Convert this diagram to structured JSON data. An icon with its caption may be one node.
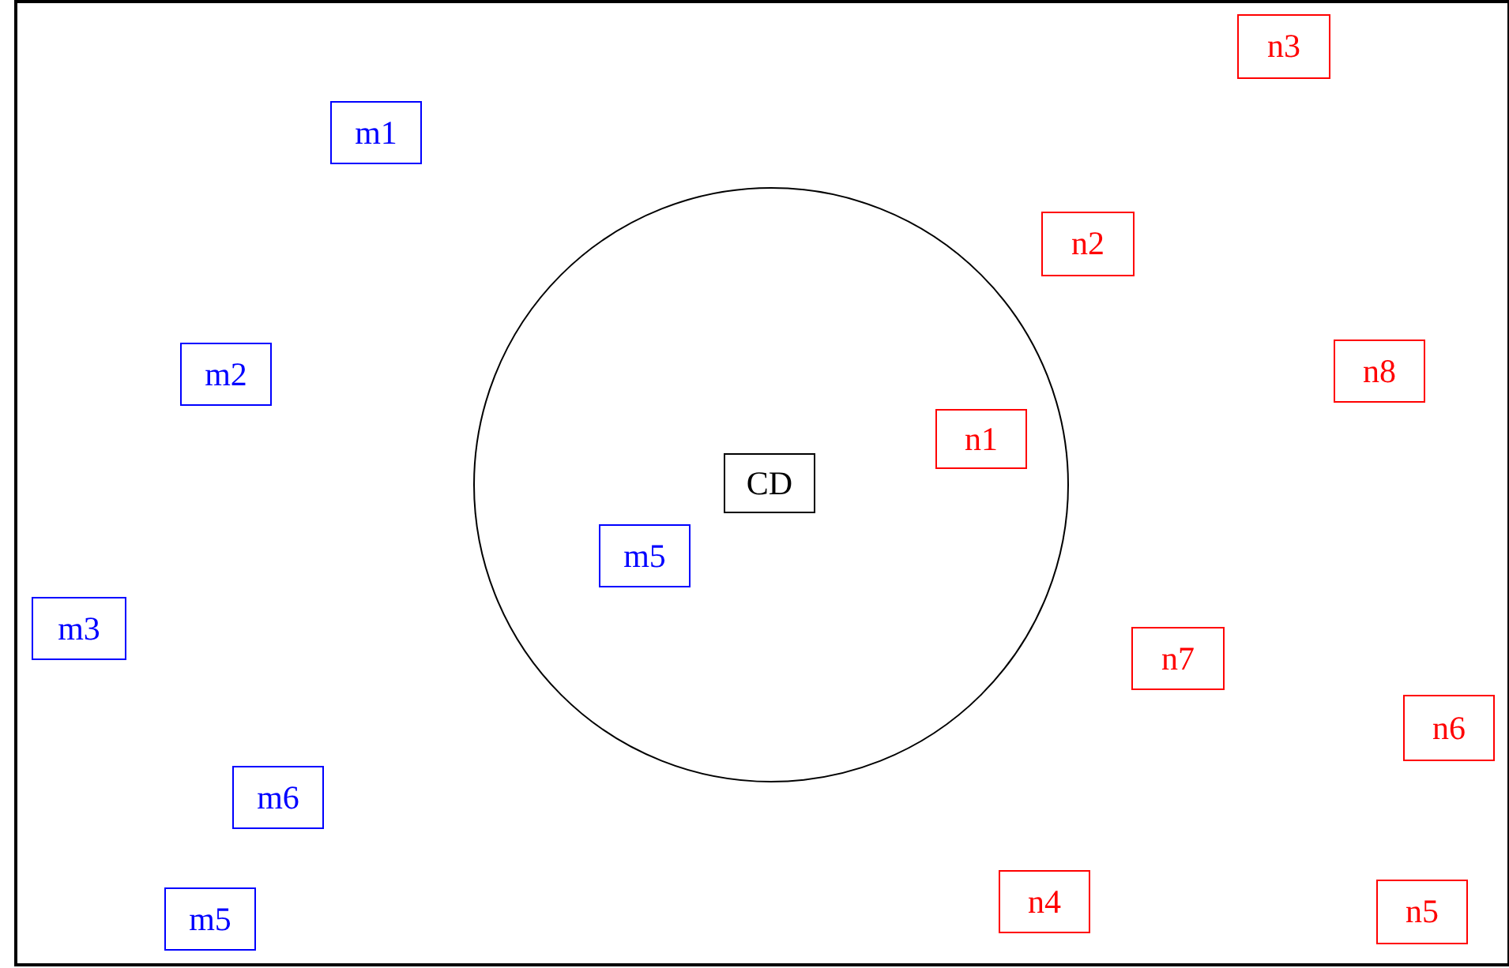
{
  "diagram": {
    "nodes": [
      {
        "text": [],
        "shape": "circle"
      },
      {
        "text": [
          "n1"
        ],
        "in": 0
      },
      {
        "text": [
          "CD"
        ],
        "in": 0
      },
      {
        "text": [
          "m5"
        ],
        "in": 0
      },
      {
        "text": [
          "n3"
        ]
      },
      {
        "text": [
          "m1"
        ]
      },
      {
        "text": [
          "n2"
        ]
      },
      {
        "text": [
          "m2"
        ]
      },
      {
        "text": [
          "n8"
        ]
      },
      {
        "text": [
          "m3"
        ]
      },
      {
        "text": [
          "n7"
        ]
      },
      {
        "text": [
          "n6"
        ]
      },
      {
        "text": [
          "m6"
        ]
      },
      {
        "text": [
          "n4"
        ]
      },
      {
        "text": [
          "n5"
        ]
      },
      {
        "text": [
          "m5"
        ]
      }
    ]
  }
}
